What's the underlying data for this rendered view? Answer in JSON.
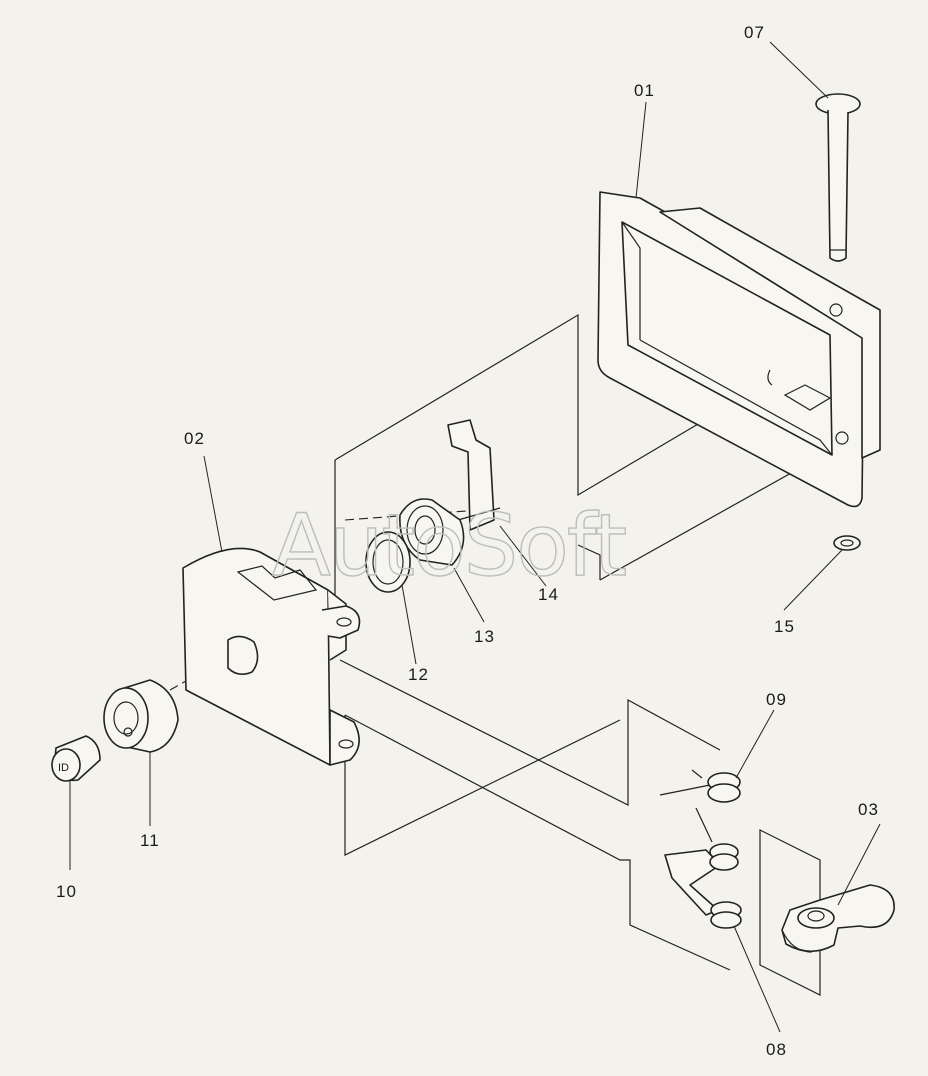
{
  "watermark": "AutoSoft",
  "callouts": [
    {
      "id": "01",
      "text": "01"
    },
    {
      "id": "02",
      "text": "02"
    },
    {
      "id": "03",
      "text": "03"
    },
    {
      "id": "07",
      "text": "07"
    },
    {
      "id": "08",
      "text": "08"
    },
    {
      "id": "09",
      "text": "09"
    },
    {
      "id": "10",
      "text": "10"
    },
    {
      "id": "11",
      "text": "11"
    },
    {
      "id": "12",
      "text": "12"
    },
    {
      "id": "13",
      "text": "13"
    },
    {
      "id": "14",
      "text": "14"
    },
    {
      "id": "15",
      "text": "15"
    }
  ]
}
